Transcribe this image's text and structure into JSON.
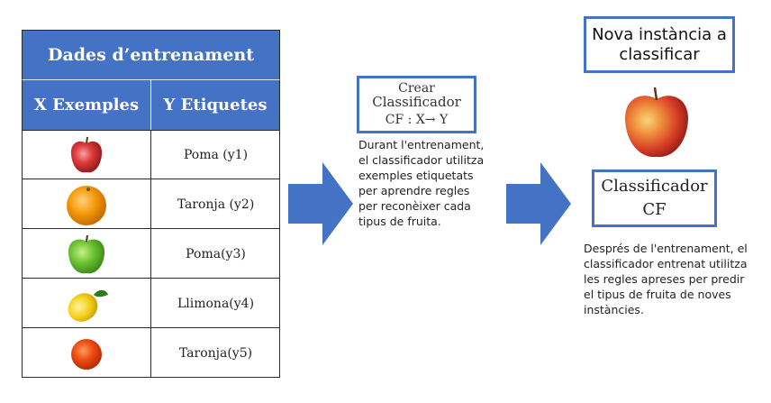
{
  "table": {
    "title": "Dades d’entrenament",
    "col_x": "X Exemples",
    "col_y": "Y Etiquetes",
    "rows": [
      {
        "fruit": "apple-red",
        "label": "Poma (y1)"
      },
      {
        "fruit": "orange",
        "label": "Taronja (y2)"
      },
      {
        "fruit": "apple-green",
        "label": "Poma(y3)"
      },
      {
        "fruit": "lemon",
        "label": "Llimona(y4)"
      },
      {
        "fruit": "orange-small",
        "label": "Taronja(y5)"
      }
    ]
  },
  "create_box": {
    "line1": "Crear",
    "line2": "Classificador",
    "line3": "CF : X→ Y"
  },
  "training_desc": [
    "Durant l'entrenament,",
    "el classificador utilitza",
    "exemples etiquetats",
    "per aprendre regles",
    "per reconèixer cada",
    "tipus de fruita."
  ],
  "new_instance": {
    "line1": "Nova instància a",
    "line2": "classificar"
  },
  "classifier_box": {
    "line1": "Classificador",
    "line2": "CF"
  },
  "after_desc": [
    "Després de l'entrenament, el",
    "classificador entrenat utilitza",
    "les regles apreses per predir",
    "el tipus de fruita de noves",
    "instàncies."
  ],
  "colors": {
    "accent": "#4472c4",
    "border": "#2a2a2a"
  },
  "icons": [
    "arrow-right-icon",
    "apple-icon",
    "orange-icon",
    "lemon-icon"
  ]
}
